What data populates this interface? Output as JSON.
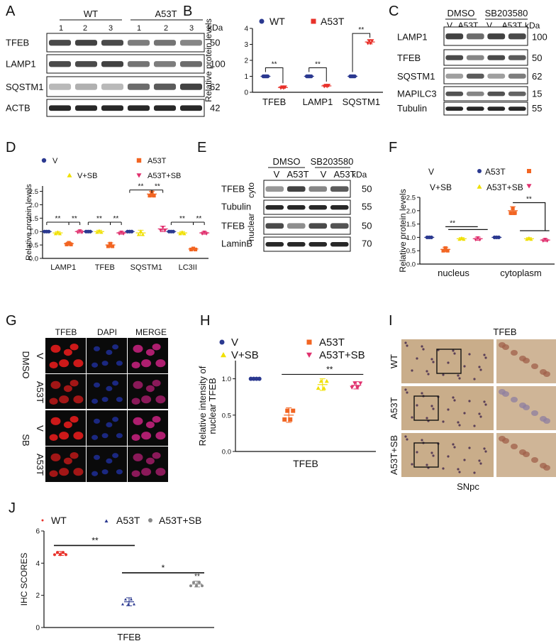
{
  "panels": {
    "A": {
      "letter": "A",
      "groups": [
        "WT",
        "A53T"
      ],
      "lanes": [
        "1",
        "2",
        "3",
        "1",
        "2",
        "3"
      ],
      "unit": "kDa",
      "blots": [
        {
          "name": "TFEB",
          "kda": "50"
        },
        {
          "name": "LAMP1",
          "kda": "100"
        },
        {
          "name": "SQSTM1",
          "kda": "62"
        },
        {
          "name": "ACTB",
          "kda": "42"
        }
      ]
    },
    "B": {
      "letter": "B",
      "legend": [
        "WT",
        "A53T"
      ],
      "sig": "**"
    },
    "C": {
      "letter": "C",
      "groups": [
        "DMSO",
        "SB203580"
      ],
      "lanes": [
        "V",
        "A53T",
        "V",
        "A53T"
      ],
      "unit": "kDa",
      "blots": [
        {
          "name": "LAMP1",
          "kda": "100"
        },
        {
          "name": "TFEB",
          "kda": "50"
        },
        {
          "name": "SQSTM1",
          "kda": "62"
        },
        {
          "name": "MAPILC3",
          "kda": "15"
        },
        {
          "name": "Tubulin",
          "kda": "55"
        }
      ]
    },
    "D": {
      "letter": "D",
      "legend": [
        "V",
        "V+SB",
        "A53T",
        "A53T+SB"
      ],
      "sig": "**"
    },
    "E": {
      "letter": "E",
      "groups": [
        "DMSO",
        "SB203580"
      ],
      "lanes": [
        "V",
        "A53T",
        "V",
        "A53T"
      ],
      "unit": "kDa",
      "fractions": [
        "cyto",
        "nuclear"
      ],
      "blots": [
        {
          "name": "TFEB",
          "kda": "50"
        },
        {
          "name": "Tubulin",
          "kda": "55"
        },
        {
          "name": "TFEB",
          "kda": "50"
        },
        {
          "name": "LaminB",
          "kda": "70"
        }
      ]
    },
    "F": {
      "letter": "F",
      "legend": [
        "V",
        "A53T",
        "V+SB",
        "A53T+SB"
      ],
      "sig": "**"
    },
    "G": {
      "letter": "G",
      "columns": [
        "TFEB",
        "DAPI",
        "MERGE"
      ],
      "groups": [
        "DMSO",
        "SB"
      ],
      "rows": [
        "V",
        "A53T",
        "V",
        "A53T"
      ]
    },
    "H": {
      "letter": "H",
      "legend": [
        "V",
        "V+SB",
        "A53T",
        "A53T+SB"
      ],
      "sig": "**"
    },
    "I": {
      "letter": "I",
      "column": "TFEB",
      "rows": [
        "WT",
        "A53T",
        "A53T+SB"
      ],
      "footer": "SNpc"
    },
    "J": {
      "letter": "J",
      "legend": [
        "WT",
        "A53T",
        "A53T+SB"
      ],
      "sig": [
        "**",
        "*",
        "**"
      ]
    }
  },
  "colors": {
    "wt": "#2b3990",
    "v": "#2b3990",
    "a53t": "#f26522",
    "vsb": "#f0e000",
    "a53tsb": "#e0306e",
    "b_a53t": "#e8312a",
    "j_wt": "#e8312a",
    "j_a53t": "#2b3990",
    "j_sb": "#888888"
  },
  "chart_data": [
    {
      "id": "B",
      "type": "scatter",
      "categories": [
        "TFEB",
        "LAMP1",
        "SQSTM1"
      ],
      "ylabel": "Relative protein levels",
      "ylim": [
        0,
        4
      ],
      "yticks": [
        "0",
        "1",
        "2",
        "3",
        "4"
      ],
      "series": [
        {
          "name": "WT",
          "values": [
            1.0,
            1.0,
            1.0
          ]
        },
        {
          "name": "A53T",
          "values": [
            0.3,
            0.4,
            3.15
          ]
        }
      ]
    },
    {
      "id": "D",
      "type": "scatter",
      "categories": [
        "LAMP1",
        "TFEB",
        "SQSTM1",
        "LC3II"
      ],
      "ylabel": "Relative protein levels",
      "ylim": [
        0,
        2.7
      ],
      "yticks": [
        "0.0",
        "0.5",
        "1.0",
        "1.5",
        "2.0",
        "2.5"
      ],
      "series": [
        {
          "name": "V",
          "values": [
            1.0,
            1.0,
            1.0,
            1.0
          ]
        },
        {
          "name": "V+SB",
          "values": [
            0.95,
            1.0,
            0.95,
            0.95
          ]
        },
        {
          "name": "A53T",
          "values": [
            0.55,
            0.5,
            2.4,
            0.35
          ]
        },
        {
          "name": "A53T+SB",
          "values": [
            1.0,
            0.95,
            1.1,
            0.95
          ]
        }
      ]
    },
    {
      "id": "F",
      "type": "scatter",
      "categories": [
        "nucleus",
        "cytoplasm"
      ],
      "ylabel": "Relative protein levels",
      "ylim": [
        0,
        2.5
      ],
      "yticks": [
        "0.0",
        "0.5",
        "1.0",
        "1.5",
        "2.0",
        "2.5"
      ],
      "series": [
        {
          "name": "V",
          "values": [
            1.0,
            1.0
          ]
        },
        {
          "name": "A53T",
          "values": [
            0.55,
            2.0
          ]
        },
        {
          "name": "V+SB",
          "values": [
            0.95,
            0.95
          ]
        },
        {
          "name": "A53T+SB",
          "values": [
            0.95,
            0.9
          ]
        }
      ]
    },
    {
      "id": "H",
      "type": "scatter",
      "categories": [
        "TFEB"
      ],
      "ylabel": "Relative intensity of nuclear TFEB",
      "ylim": [
        0,
        1.25
      ],
      "yticks": [
        "0.0",
        "0.5",
        "1.0"
      ],
      "series": [
        {
          "name": "V",
          "values": [
            1.0
          ]
        },
        {
          "name": "A53T",
          "values": [
            0.5
          ]
        },
        {
          "name": "V+SB",
          "values": [
            0.92
          ]
        },
        {
          "name": "A53T+SB",
          "values": [
            0.91
          ]
        }
      ]
    },
    {
      "id": "J",
      "type": "scatter",
      "categories": [
        "TFEB"
      ],
      "ylabel": "IHC SCORES",
      "ylim": [
        0,
        6
      ],
      "yticks": [
        "0",
        "2",
        "4",
        "6"
      ],
      "series": [
        {
          "name": "WT",
          "values": [
            4.6
          ]
        },
        {
          "name": "A53T",
          "values": [
            1.6
          ]
        },
        {
          "name": "A53T+SB",
          "values": [
            2.7
          ]
        }
      ]
    }
  ]
}
